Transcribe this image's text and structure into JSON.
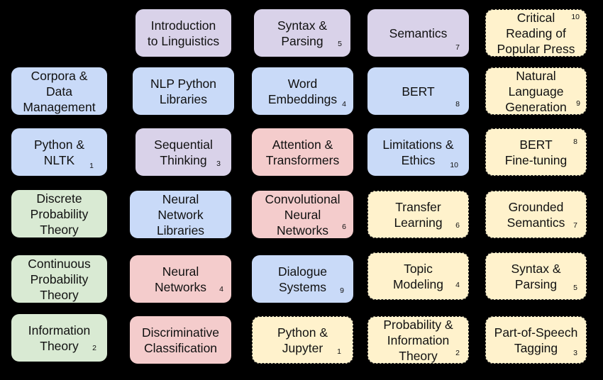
{
  "colors": {
    "background": "#000000",
    "purple": "#d9d2e9",
    "blue": "#c9daf8",
    "green": "#d9ead3",
    "red": "#f4cccc",
    "yellow": "#fff2cc"
  },
  "boxes": [
    {
      "label": "Introduction\nto Linguistics",
      "number": "",
      "color": "purple",
      "dashed": false
    },
    {
      "label": "Syntax &\nParsing",
      "number": "5",
      "color": "purple",
      "dashed": false
    },
    {
      "label": "Semantics",
      "number": "7",
      "color": "purple",
      "dashed": false
    },
    {
      "label": "Critical\nReading of\nPopular Press",
      "number": "10",
      "color": "yellow",
      "dashed": true
    },
    {
      "label": "Corpora &\nData\nManagement",
      "number": "",
      "color": "blue",
      "dashed": false
    },
    {
      "label": "NLP Python\nLibraries",
      "number": "",
      "color": "blue",
      "dashed": false
    },
    {
      "label": "Word\nEmbeddings",
      "number": "4",
      "color": "blue",
      "dashed": false
    },
    {
      "label": "BERT",
      "number": "8",
      "color": "blue",
      "dashed": false
    },
    {
      "label": "Natural\nLanguage\nGeneration",
      "number": "9",
      "color": "yellow",
      "dashed": true
    },
    {
      "label": "Python &\nNLTK",
      "number": "1",
      "color": "blue",
      "dashed": false
    },
    {
      "label": "Sequential\nThinking",
      "number": "3",
      "color": "purple",
      "dashed": false
    },
    {
      "label": "Attention &\nTransformers",
      "number": "",
      "color": "red",
      "dashed": false
    },
    {
      "label": "Limitations &\nEthics",
      "number": "10",
      "color": "blue",
      "dashed": false
    },
    {
      "label": "BERT\nFine-tuning",
      "number": "8",
      "color": "yellow",
      "dashed": true
    },
    {
      "label": "Discrete\nProbability\nTheory",
      "number": "",
      "color": "green",
      "dashed": false
    },
    {
      "label": "Neural\nNetwork\nLibraries",
      "number": "",
      "color": "blue",
      "dashed": false
    },
    {
      "label": "Convolutional\nNeural\nNetworks",
      "number": "6",
      "color": "red",
      "dashed": false
    },
    {
      "label": "Transfer\nLearning",
      "number": "6",
      "color": "yellow",
      "dashed": true
    },
    {
      "label": "Grounded\nSemantics",
      "number": "7",
      "color": "yellow",
      "dashed": true
    },
    {
      "label": "Continuous\nProbability\nTheory",
      "number": "",
      "color": "green",
      "dashed": false
    },
    {
      "label": "Neural\nNetworks",
      "number": "4",
      "color": "red",
      "dashed": false
    },
    {
      "label": "Dialogue\nSystems",
      "number": "9",
      "color": "blue",
      "dashed": false
    },
    {
      "label": "Topic\nModeling",
      "number": "4",
      "color": "yellow",
      "dashed": true
    },
    {
      "label": "Syntax &\nParsing",
      "number": "5",
      "color": "yellow",
      "dashed": true
    },
    {
      "label": "Information\nTheory",
      "number": "2",
      "color": "green",
      "dashed": false
    },
    {
      "label": "Discriminative\nClassification",
      "number": "",
      "color": "red",
      "dashed": false
    },
    {
      "label": "Python &\nJupyter",
      "number": "1",
      "color": "yellow",
      "dashed": true
    },
    {
      "label": "Probability &\nInformation\nTheory",
      "number": "2",
      "color": "yellow",
      "dashed": true
    },
    {
      "label": "Part-of-Speech\nTagging",
      "number": "3",
      "color": "yellow",
      "dashed": true
    }
  ]
}
